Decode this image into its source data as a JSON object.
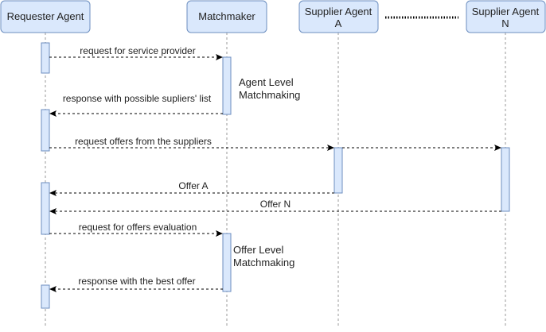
{
  "participants": {
    "requester": {
      "label_line1": "Requester Agent",
      "label_line2": ""
    },
    "matchmaker": {
      "label_line1": "Matchmaker",
      "label_line2": ""
    },
    "supplier_a": {
      "label_line1": "Supplier Agent",
      "label_line2": "A"
    },
    "supplier_n": {
      "label_line1": "Supplier Agent",
      "label_line2": "N"
    }
  },
  "messages": {
    "request_service_provider": "request for service provider",
    "response_suppliers_list": "response with possible supliers' list",
    "request_offers": "request offers from the suppliers",
    "offer_a": "Offer A",
    "offer_n": "Offer N",
    "request_evaluation": "request for offers evaluation",
    "response_best_offer": "response with the  best offer"
  },
  "notes": {
    "agent_level_line1": "Agent Level",
    "agent_level_line2": "Matchmaking",
    "offer_level_line1": "Offer Level",
    "offer_level_line2": "Matchmaking"
  },
  "colors": {
    "box_fill": "#dae8fc",
    "box_stroke": "#6c8ebf",
    "lifeline": "#9a9a9a",
    "arrow": "#000000"
  }
}
